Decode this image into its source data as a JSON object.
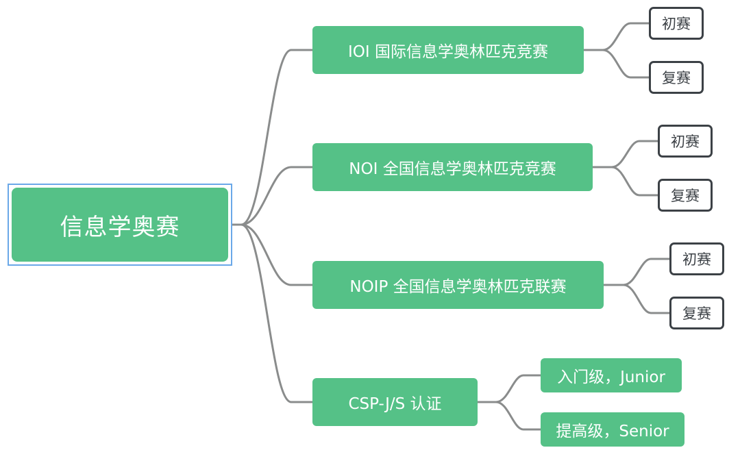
{
  "root": {
    "label": "信息学奥赛"
  },
  "branches": [
    {
      "label": "IOI 国际信息学奥林匹克竞赛",
      "children": [
        "初赛",
        "复赛"
      ]
    },
    {
      "label": "NOI 全国信息学奥林匹克竞赛",
      "children": [
        "初赛",
        "复赛"
      ]
    },
    {
      "label": "NOIP 全国信息学奥林匹克联赛",
      "children": [
        "初赛",
        "复赛"
      ]
    },
    {
      "label": "CSP-J/S 认证",
      "children": [
        "入门级，Junior",
        "提高级，Senior"
      ]
    }
  ],
  "colors": {
    "node_green": "#55c187",
    "connector_gray": "#8a8c8c",
    "leaf_border": "#3c4146",
    "selection_blue": "#6aa8e8"
  }
}
